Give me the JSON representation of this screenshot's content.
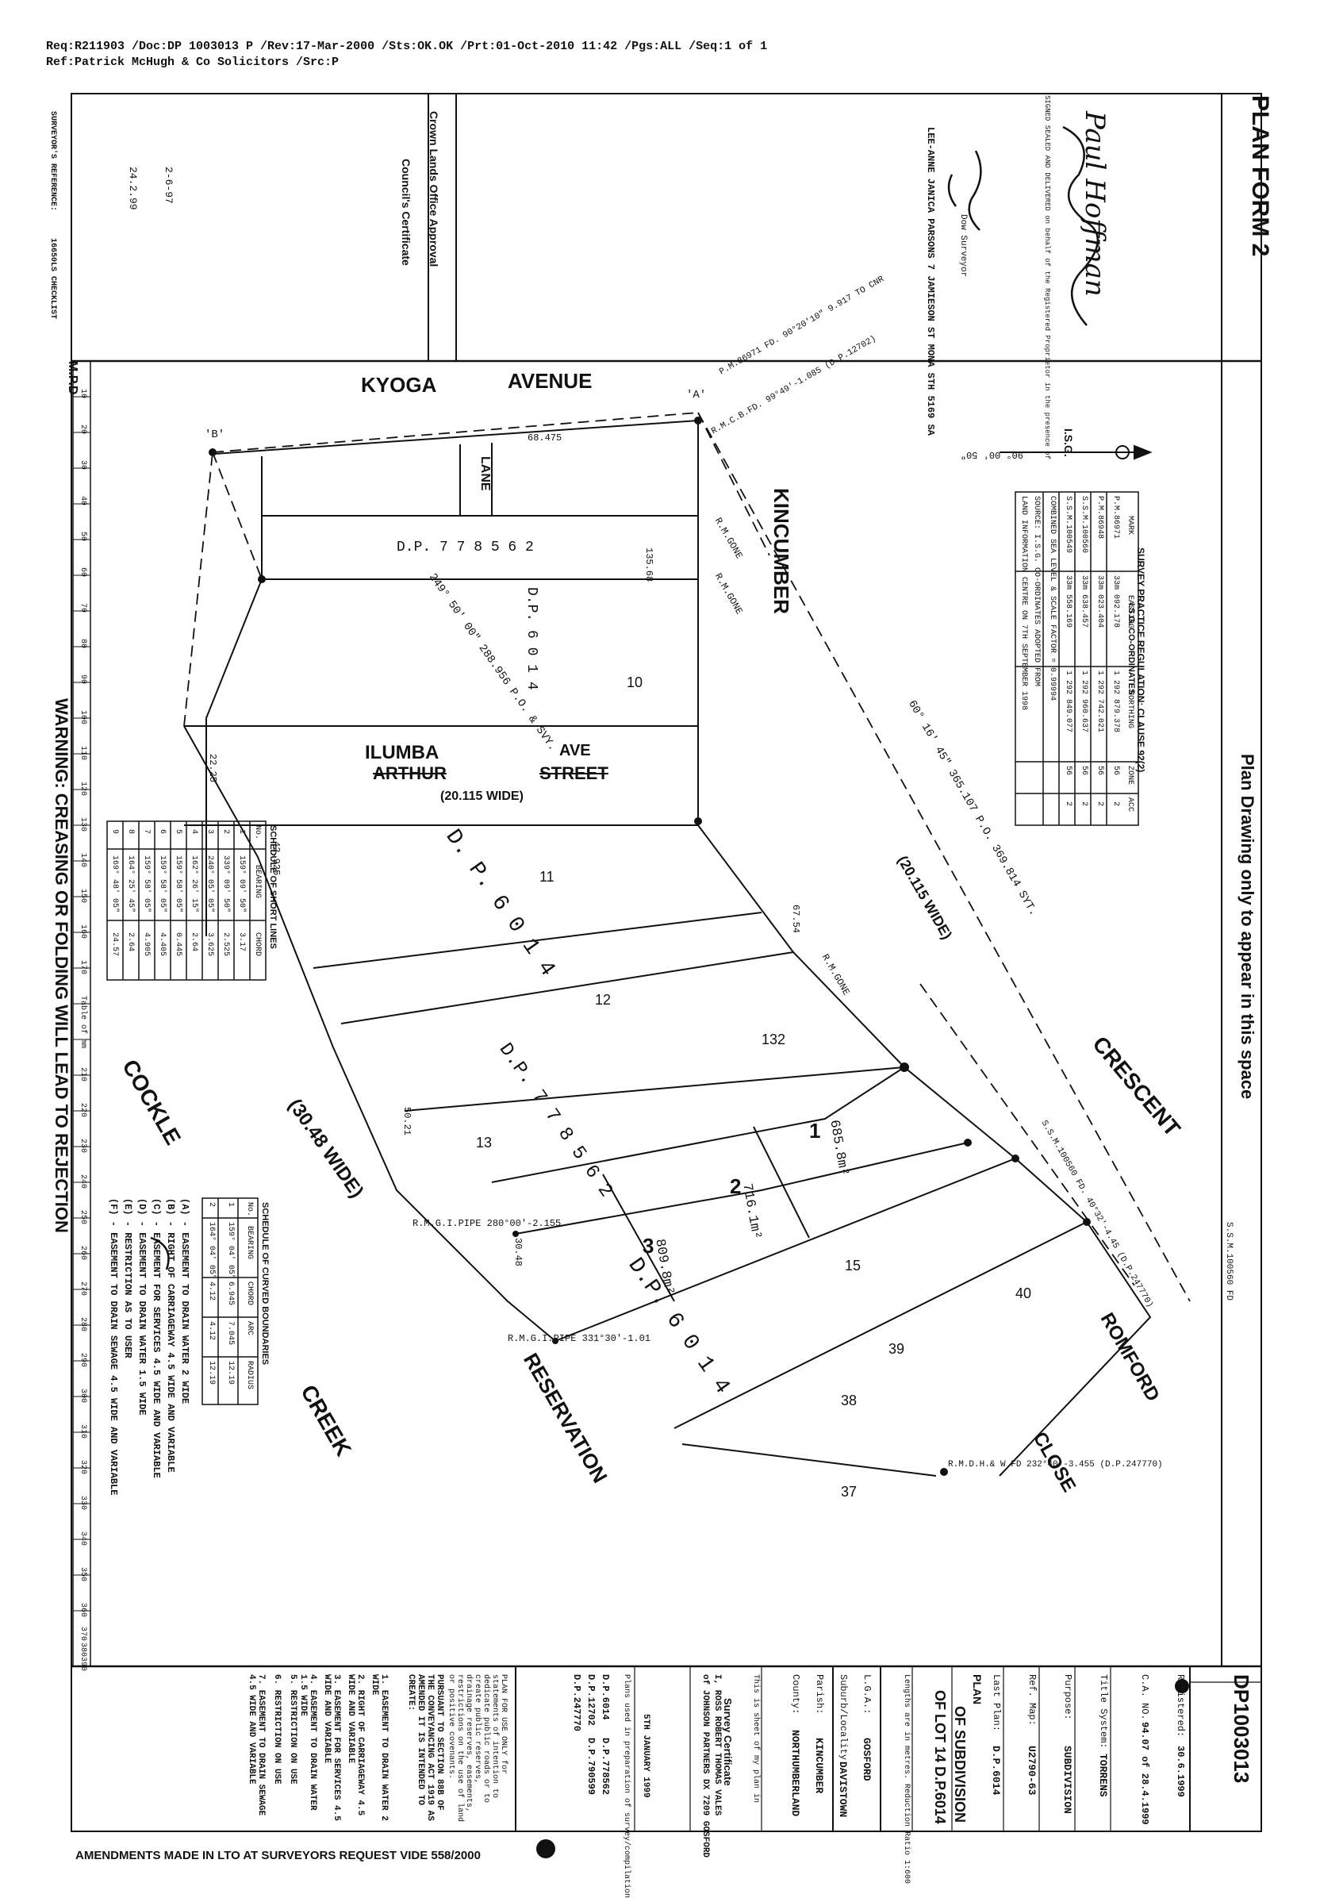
{
  "header": {
    "line1": "Req:R211903 /Doc:DP 1003013 P /Rev:17-Mar-2000 /Sts:OK.OK  /Prt:01-Oct-2010 11:42 /Pgs:ALL /Seq:1 of 1",
    "line2": "Ref:Patrick McHugh & Co Solicitors /Src:P"
  },
  "sheet": {
    "plan_form": "PLAN FORM 2",
    "drawing_note": "Plan Drawing only to appear in this space",
    "warning": "WARNING: CREASING OR FOLDING WILL LEAD TO REJECTION",
    "mpd": "M.P.D",
    "amendments": "AMENDMENTS MADE IN LTO AT SURVEYORS REQUEST VIDE 558/2000",
    "ruler": [
      "10",
      "20",
      "30",
      "40",
      "50",
      "60",
      "70",
      "80",
      "90",
      "100",
      "110",
      "120",
      "130",
      "140",
      "150",
      "160",
      "170",
      "Table of mm",
      "210",
      "220",
      "230",
      "240",
      "250",
      "260",
      "270",
      "280",
      "290",
      "300",
      "310",
      "320",
      "330",
      "340",
      "350",
      "360",
      "370",
      "380",
      "390"
    ]
  },
  "streets": {
    "kyoga": "KYOGA",
    "avenue": "AVENUE",
    "kincumber": "KINCUMBER",
    "crescent": "CRESCENT",
    "crescent_width": "(20.115 WIDE)",
    "ilumba": "ILUMBA",
    "ave": "AVE",
    "arthur": "ARTHUR",
    "street": "STREET",
    "street_width": "(20.115 WIDE)",
    "cockle": "COCKLE",
    "creek": "CREEK",
    "reservation": "RESERVATION",
    "reservation_width": "(30.48 WIDE)",
    "romford": "ROMFORD",
    "close": "CLOSE",
    "lane": "LANE"
  },
  "plan_labels": {
    "dp778562": "D.P. 7 7 8 5 6 2",
    "dp6014_a": "D.P. 6 0 1 4",
    "dp6014_b": "D. P. 6 0 1 4",
    "dp6014_c": "D.P. 6 0 1 4",
    "dp778562_b": "D.P. 7 7 8 5 6 2",
    "lot1": "1",
    "lot2": "2",
    "lot3": "3",
    "area1": "685.8m²",
    "area2": "716.1m²",
    "area3": "809.8m²",
    "lot10": "10",
    "lot11": "11",
    "lot12": "12",
    "lot13": "13",
    "lot132": "132",
    "lot15": "15",
    "lot37": "37",
    "lot38": "38",
    "lot39": "39",
    "lot40": "40",
    "rm_gone_1": "R.M.GONE",
    "rm_gone_2": "R.M.GONE",
    "rm_gone_3": "R.M.GONE",
    "pipe1": "R.M.G.I.PIPE 280°00'-2.155",
    "pipe2": "R.M.G.I.PIPE 331°30'-1.01",
    "pm8697": "P.M.86971 FD. 90°20'10\" 9.917 TO CNR",
    "rmcb": "R.M.C.B.FD. 99°49'-1.085 (D.P.12702)",
    "bearing_long": "60° 16' 45\" 365.107 P.O. 369.814 SYT.",
    "bearing_249": "249° 50' 00\" 288.956 P.O. & SVY.",
    "dist_68475": "68.475",
    "dist_13568": "135.68",
    "dist_2225": "22.25",
    "dist_42925": "42.925",
    "dist_6754": "67.54",
    "dist_5021": "50.21",
    "dist_3048": "30.48",
    "isg_arrow": "I.S.G.",
    "isg_bearing": "90° 00' 50\"",
    "point_a": "'A'",
    "point_b": "'B'",
    "romford_mark": "R.M.D.H.& W FD 232°40'-3.455 (D.P.247770)",
    "ssm_mark": "S.S.M.100560 FD",
    "ssm_note": "S.S.M.100560 FD. 40°32'-4.45 (D.P.247770)"
  },
  "isg_table": {
    "title": "SURVEY PRACTICE REGULATION: CLAUSE 92(2)",
    "subtitle": "I.S.G. CO-ORDINATES",
    "headers": [
      "MARK",
      "EASTING",
      "NORTHING",
      "ZONE",
      "ACC"
    ],
    "rows": [
      [
        "P.M.86971",
        "33m 092.178",
        "1 292 879.378",
        "56",
        "2"
      ],
      [
        "P.M.86948",
        "33m 023.404",
        "1 292 742.021",
        "56",
        "2"
      ],
      [
        "S.S.M.100560",
        "33m 638.457",
        "1 292 960.637",
        "56",
        "2"
      ],
      [
        "S.S.M.100549",
        "33m 558.169",
        "1 292 849.077",
        "56",
        "2"
      ]
    ],
    "footer1": "COMBINED SEA LEVEL & SCALE FACTOR = 0.99994",
    "footer2": "SOURCE: I.S.G. CO-ORDINATES ADOPTED FROM",
    "footer3": "LAND INFORMATION CENTRE ON 7TH SEPTEMBER 1998"
  },
  "short_lines": {
    "title": "SCHEDULE OF SHORT LINES",
    "headers": [
      "No.",
      "BEARING",
      "CHORD"
    ],
    "rows": [
      [
        "1",
        "159° 09' 50\"",
        "3.17"
      ],
      [
        "2",
        "339° 09' 50\"",
        "2.525"
      ],
      [
        "3",
        "240° 05' 05\"",
        "3.625"
      ],
      [
        "4",
        "162° 26' 15\"",
        "2.64"
      ],
      [
        "5",
        "159° 58' 05\"",
        "0.445"
      ],
      [
        "6",
        "159° 58' 05\"",
        "4.405"
      ],
      [
        "7",
        "159° 58' 05\"",
        "4.905"
      ],
      [
        "8",
        "164° 25' 45\"",
        "2.64"
      ],
      [
        "9",
        "169° 48' 05\"",
        "24.57"
      ]
    ]
  },
  "curved_boundaries": {
    "title": "SCHEDULE OF CURVED BOUNDARIES",
    "headers": [
      "No.",
      "BEARING",
      "CHORD",
      "ARC",
      "RADIUS"
    ],
    "rows": [
      [
        "1",
        "159° 04' 05\"",
        "6.945",
        "7.045",
        "12.19"
      ],
      [
        "2",
        "164° 04' 05\"",
        "4.12",
        "4.12",
        "12.19"
      ]
    ]
  },
  "easements": [
    "(A) - EASEMENT TO DRAIN WATER 2 WIDE",
    "(B) - RIGHT OF CARRIAGEWAY 4.5 WIDE AND VARIABLE",
    "(C) - EASEMENT FOR SERVICES 4.5 WIDE AND VARIABLE",
    "(D) - EASEMENT TO DRAIN WATER 1.5 WIDE",
    "(E) - RESTRICTION AS TO USER",
    "(F) - EASEMENT TO DRAIN SEWAGE 4.5 WIDE AND VARIABLE"
  ],
  "intent": {
    "p1": "PLAN FOR USE ONLY for statements of intention to dedicate public roads or to create public reserves, drainage reserves, easements, restrictions on the use of land or positive covenants.",
    "p2": "PURSUANT TO SECTION 88B OF THE CONVEYANCING ACT 1919 AS AMENDED IT IS INTENDED TO CREATE:",
    "items": [
      "1. EASEMENT TO DRAIN WATER 2 WIDE",
      "2. RIGHT OF CARRIAGEWAY 4.5 WIDE AND VARIABLE",
      "3. EASEMENT FOR SERVICES 4.5 WIDE AND VARIABLE",
      "4. EASEMENT TO DRAIN WATER 1.5 WIDE",
      "5. RESTRICTION ON USE",
      "6. RESTRICTION ON USE",
      "7. EASEMENT TO DRAIN SEWAGE 4.5 WIDE AND VARIABLE"
    ],
    "plans_used_label": "Plans used in preparation of survey/compilation",
    "plans_used": [
      "D.P.6014",
      "D.P.778562",
      "D.P.12702",
      "D.P.790599",
      "D.P.247770"
    ]
  },
  "title_block": {
    "dp_number": "DP1003013",
    "registered_label": "Registered:",
    "registered_date": "30.6.1999",
    "ca_label": "C.A. NO.",
    "ca_value": "94.07 of 28.4.1999",
    "title_system_label": "Title System:",
    "title_system": "TORRENS",
    "purpose_label": "Purpose:",
    "purpose": "SUBDIVISION",
    "ref_map_label": "Ref. Map:",
    "ref_map": "U2790-63",
    "last_plan_label": "Last Plan:",
    "last_plan": "D.P.6014",
    "plan_label": "PLAN",
    "plan_title1": "OF SUBDIVISION",
    "plan_title2": "OF LOT 14 D.P.6014",
    "lga_label": "L.G.A.:",
    "lga": "GOSFORD",
    "locality_label": "Suburb/Locality:",
    "locality": "DAVISTOWN",
    "parish_label": "Parish:",
    "parish": "KINCUMBER",
    "county_label": "County:",
    "county": "NORTHUMBERLAND",
    "lengths_note": "Lengths are in metres.   Reduction Ratio 1:600",
    "sheet_note": "This is sheet of my plan in",
    "surveyor_cert": "Survey Certificate",
    "surveyor_name": "I, ROSS ROBERT THOMAS VALES",
    "surveyor_firm": "of JOHNSON PARTNERS DX 7209 GOSFORD",
    "surveyor_date": "5TH JANUARY 1999"
  },
  "council_cert": {
    "title": "Council's Certificate",
    "crown_lands": "Crown Lands Office Approval",
    "subdivision_no": "2-6-97",
    "date": "24.2.99",
    "surveyors_ref_label": "SURVEYOR'S REFERENCE:",
    "surveyors_ref": "16650LS CHECKLIST"
  },
  "seals": {
    "sealed_text": "SIGNED SEALED AND DELIVERED on behalf of the Registered Proprietor in the presence of",
    "witness": "LEE-ANNE JANICA PARSONS  7 JAMIESON ST  MONA STH 5169 SA",
    "signatory_title": "Dow Surveyor",
    "signature_name": "Paul Hoffman"
  }
}
